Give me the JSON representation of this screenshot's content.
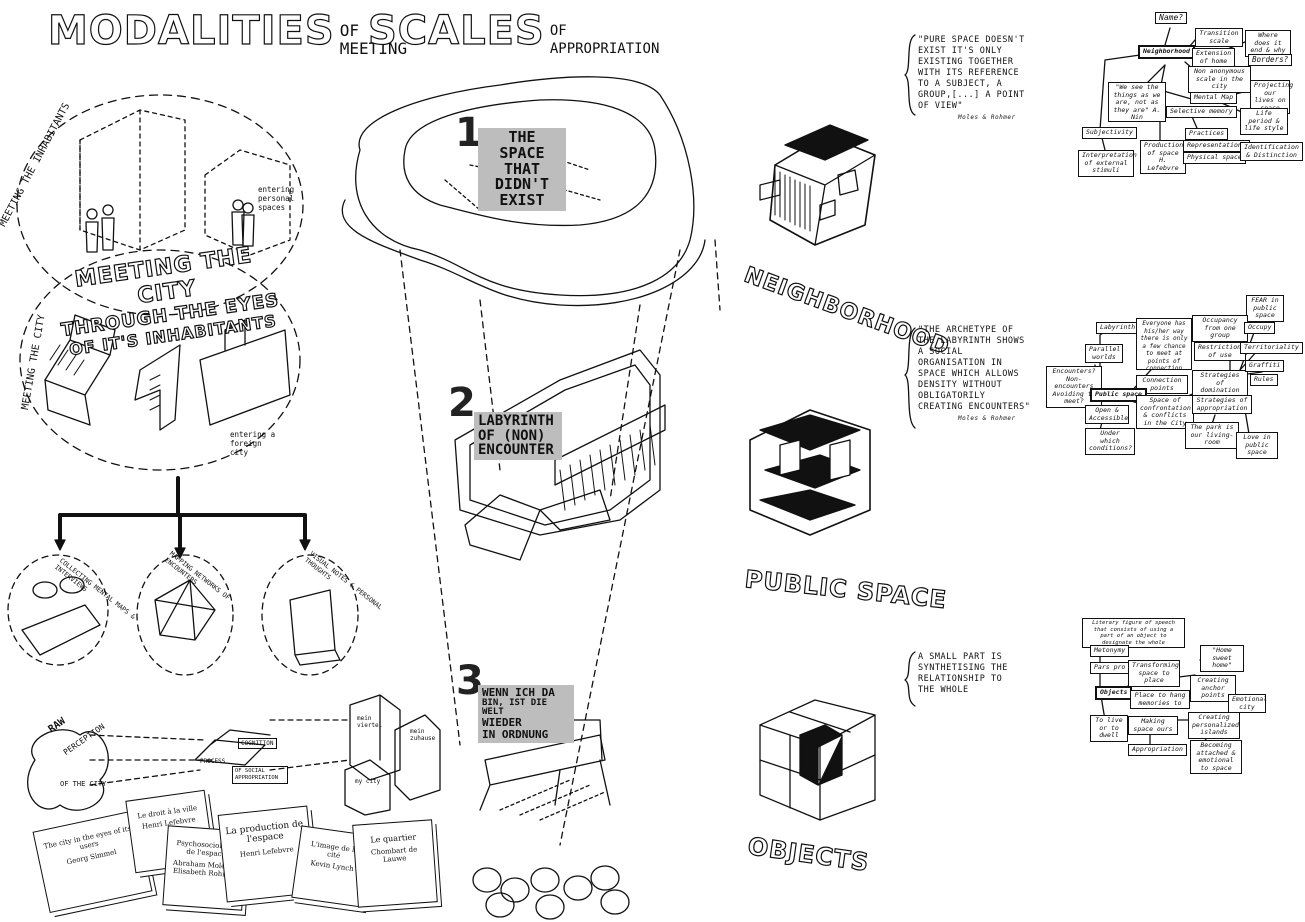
{
  "headings": {
    "modalities": {
      "main": "MODALITIES",
      "sub": "OF MEETING"
    },
    "scales": {
      "main": "SCALES",
      "sub": "OF APPROPRIATION"
    }
  },
  "circle_labels": {
    "meeting_inhabitants": "MEETING THE INHABITANTS",
    "meeting_city_side": "MEETING THE CITY",
    "entering_spaces": "entering personal spaces",
    "entering_city": "entering a foreign city",
    "central_title": [
      "MEETING THE CITY",
      "THROUGH THE EYES",
      "OF IT'S INHABITANTS"
    ]
  },
  "methods": [
    "COLLECTING MENTAL MAPS & INTERVIEWS",
    "MAPPING NETWORKS OF ENCOUNTERS",
    "VISUAL NOTES & PERSONAL THOUGHTS"
  ],
  "raw_perception": [
    "RAW",
    "PERCEPTION",
    "OF THE CITY"
  ],
  "process_labels": [
    "COGNITION",
    "PROCESS",
    "OF SOCIAL APPROPRIATION"
  ],
  "books": [
    {
      "title": "The city in the eyes of its users",
      "author": "Georg Simmel"
    },
    {
      "title": "Le droit à la ville",
      "author": "Henri Lefebvre"
    },
    {
      "title": "Psychosociologie de l'espace",
      "author": "Abraham Moles & Elisabeth Rohmer"
    },
    {
      "title": "La production de l'espace",
      "author": "Henri Lefebvre"
    },
    {
      "title": "L'image de la cité",
      "author": "Kevin Lynch"
    },
    {
      "title": "Le quartier",
      "author": "Chombart de Lauwe"
    }
  ],
  "scale_steps": [
    {
      "num": "1",
      "text": [
        "THE SPACE",
        "THAT DIDN'T",
        "EXIST"
      ]
    },
    {
      "num": "2",
      "text": [
        "LABYRINTH",
        "OF (NON)",
        "ENCOUNTER"
      ]
    },
    {
      "num": "3",
      "text": [
        "WENN ICH DA",
        "BIN, IST DIE WELT",
        "WIEDER",
        "IN ORDNUNG"
      ]
    }
  ],
  "scale_names": [
    "NEIGHBORHOOD",
    "PUBLIC SPACE",
    "OBJECTS"
  ],
  "quotes": [
    {
      "text": "\"PURE SPACE DOESN'T EXIST IT'S ONLY EXISTING TOGETHER WITH ITS REFERENCE TO A SUBJECT, A GROUP,[...] A POINT OF VIEW\"",
      "author": "Moles & Rohmer"
    },
    {
      "text": "\"THE ARCHETYPE OF THE LABYRINTH SHOWS A SOCIAL ORGANISATION IN SPACE WHICH ALLOWS DENSITY WITHOUT OBLIGATORILY CREATING ENCOUNTERS\"",
      "author": "Moles & Rohmer"
    },
    {
      "text": "A SMALL PART IS SYNTHETISING THE RELATIONSHIP TO THE WHOLE",
      "author": ""
    }
  ],
  "map_neighborhood": [
    {
      "t": "Name?",
      "bold": false
    },
    {
      "t": "Transition scale",
      "bold": false
    },
    {
      "t": "Where does it end & why",
      "bold": false
    },
    {
      "t": "Neighborhood",
      "bold": true
    },
    {
      "t": "Extension of home",
      "bold": false
    },
    {
      "t": "Borders?",
      "bold": false
    },
    {
      "t": "Non anonymous scale in the city",
      "bold": false
    },
    {
      "t": "Projecting our lives on space",
      "bold": false
    },
    {
      "t": "\"We see the things as we are, not as they are\" A. Nin",
      "bold": false
    },
    {
      "t": "Mental Map",
      "bold": false
    },
    {
      "t": "Selective memory",
      "bold": false
    },
    {
      "t": "Life period & life style",
      "bold": false
    },
    {
      "t": "Subjectivity",
      "bold": false
    },
    {
      "t": "Practices",
      "bold": false
    },
    {
      "t": "Interpretation of external stimuli",
      "bold": false
    },
    {
      "t": "Production of space H. Lefebvre",
      "bold": false
    },
    {
      "t": "Representations",
      "bold": false
    },
    {
      "t": "Physical space",
      "bold": false
    },
    {
      "t": "Identification & Distinction",
      "bold": false
    }
  ],
  "map_public": [
    {
      "t": "FEAR in public space",
      "bold": false
    },
    {
      "t": "Labyrinth",
      "bold": false
    },
    {
      "t": "Everyone has his/her way there is only a few chance to meet at points of connection",
      "bold": false
    },
    {
      "t": "Occupancy from one group",
      "bold": false
    },
    {
      "t": "Occupy",
      "bold": false
    },
    {
      "t": "Parallel worlds",
      "bold": false
    },
    {
      "t": "Restrictions of use",
      "bold": false
    },
    {
      "t": "Territoriality",
      "bold": false
    },
    {
      "t": "Encounters? Non-encounters Avoiding to meet?",
      "bold": false
    },
    {
      "t": "Connection points",
      "bold": false
    },
    {
      "t": "Strategies of domination",
      "bold": false
    },
    {
      "t": "Graffiti",
      "bold": false
    },
    {
      "t": "Public space",
      "bold": true
    },
    {
      "t": "Rules",
      "bold": false
    },
    {
      "t": "Open & Accessible",
      "bold": false
    },
    {
      "t": "Space of confrontation & conflicts in the City",
      "bold": false
    },
    {
      "t": "Strategies of appropriation",
      "bold": false
    },
    {
      "t": "Under which conditions?",
      "bold": false
    },
    {
      "t": "The park is our living-room",
      "bold": false
    },
    {
      "t": "Love in public space",
      "bold": false
    }
  ],
  "map_objects": [
    {
      "t": "Literary figure of speech that consists of using a part of an object to designate the whole",
      "bold": false
    },
    {
      "t": "Metonymy",
      "bold": false
    },
    {
      "t": "\"Home sweet home\"",
      "bold": false
    },
    {
      "t": "Pars pro toto",
      "bold": false
    },
    {
      "t": "Transforming space to place",
      "bold": false
    },
    {
      "t": "Creating anchor points",
      "bold": false
    },
    {
      "t": "Objects",
      "bold": true
    },
    {
      "t": "Place to hang memories to",
      "bold": false
    },
    {
      "t": "Emotional city",
      "bold": false
    },
    {
      "t": "To live or to dwell",
      "bold": false
    },
    {
      "t": "Making space ours",
      "bold": false
    },
    {
      "t": "Creating personalized islands",
      "bold": false
    },
    {
      "t": "Appropriation",
      "bold": false
    },
    {
      "t": "Becoming attached & emotional to space",
      "bold": false
    }
  ],
  "city_labels": [
    "mein viertel",
    "mein zuhause",
    "my city"
  ],
  "colors": {
    "ink": "#111111",
    "gray_block": "#bdbdbd",
    "paper": "#ffffff"
  }
}
